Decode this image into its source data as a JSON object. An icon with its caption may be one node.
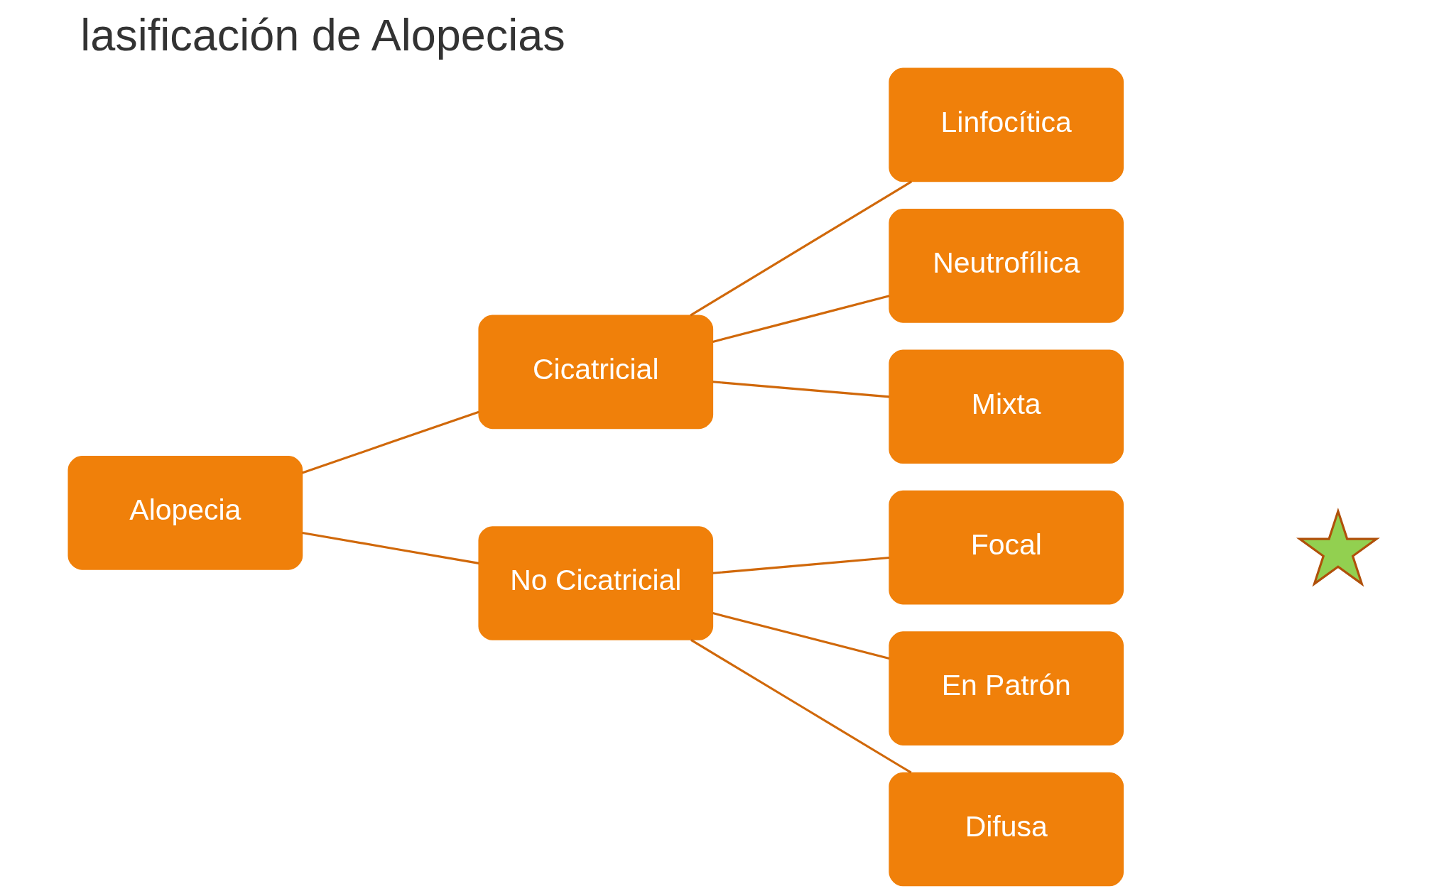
{
  "diagram": {
    "title": "lasificación de Alopecias",
    "nodes": [
      {
        "text": [
          "Alopecia"
        ]
      },
      {
        "text": [
          "Cicatricial"
        ]
      },
      {
        "text": [
          "No Cicatricial"
        ]
      },
      {
        "text": [
          "Linfocítica"
        ]
      },
      {
        "text": [
          "Neutrofílica"
        ]
      },
      {
        "text": [
          "Mixta"
        ]
      },
      {
        "text": [
          "Focal"
        ]
      },
      {
        "text": [
          "En Patrón"
        ]
      },
      {
        "text": [
          "Difusa"
        ]
      },
      {
        "text": [],
        "shape": "star"
      }
    ],
    "edges": [
      {
        "from": 0,
        "to": 1,
        "arrow": "none"
      },
      {
        "from": 0,
        "to": 2,
        "arrow": "none"
      },
      {
        "from": 1,
        "to": 3,
        "arrow": "none"
      },
      {
        "from": 1,
        "to": 4,
        "arrow": "none"
      },
      {
        "from": 1,
        "to": 5,
        "arrow": "none"
      },
      {
        "from": 2,
        "to": 6,
        "arrow": "none"
      },
      {
        "from": 2,
        "to": 7,
        "arrow": "none"
      },
      {
        "from": 2,
        "to": 8,
        "arrow": "none"
      }
    ]
  }
}
